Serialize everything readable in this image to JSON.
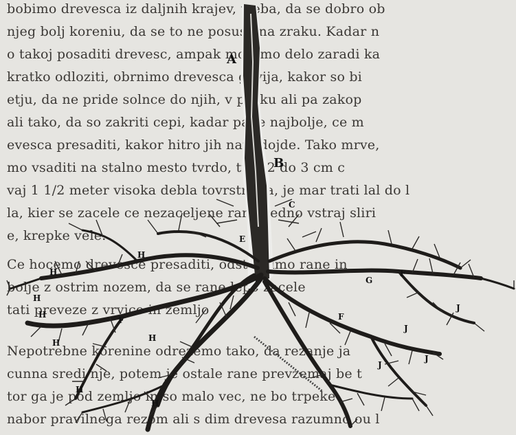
{
  "text_lines": [
    "bobimo drevesca iz daljnih krajev, treba, da se dobro ob",
    "njeg bolj koreniu, da se to ne posuse na zraku. Kadar n",
    "o takoj posaditi drevesc, ampak moramo delo zaradi ka",
    "kratko odloziti, obrnimo drevesca govija, kakor so bi",
    "etju, da ne pride solnce do njih, v pesku ali pa zakop",
    "ali tako, da so zakriti cepi, kadar pa je najbolje, ce m",
    "evesca presaditi, kakor hitro jih nam dojde. Tako mrve,",
    "mo vsaditi na stalno mesto tvrdo, tudi 2 do 3 cm c",
    "vaj 1 1/2 meter visoka debla tovrstnega, je mar trati lal do l",
    "la, kier se zacele ce nezaceljene rane vedno vstraj sliri",
    "e, krepke vele.",
    "Ce hocemo drevesce presaditi, odstranimo rane in",
    "bolje z ostrim nozem, da se rane lepo zacele",
    "tati preveze z vrvico in zemljo",
    "",
    "Nepotrebne korenine odrezemo tako, da rezanje ja",
    "cunna sredi nje, potem je ostale rane prevzemaj be t",
    "tor ga je pod zemljo in so malo vec, ne bo trpeke",
    "nabor pravilnega rezom ali s dim drevesa razumno ou l"
  ],
  "figure_labels": {
    "A": "A",
    "B": "B",
    "C": "C",
    "E": "E",
    "F": "F",
    "G": "G",
    "H": "H",
    "J": "J"
  }
}
